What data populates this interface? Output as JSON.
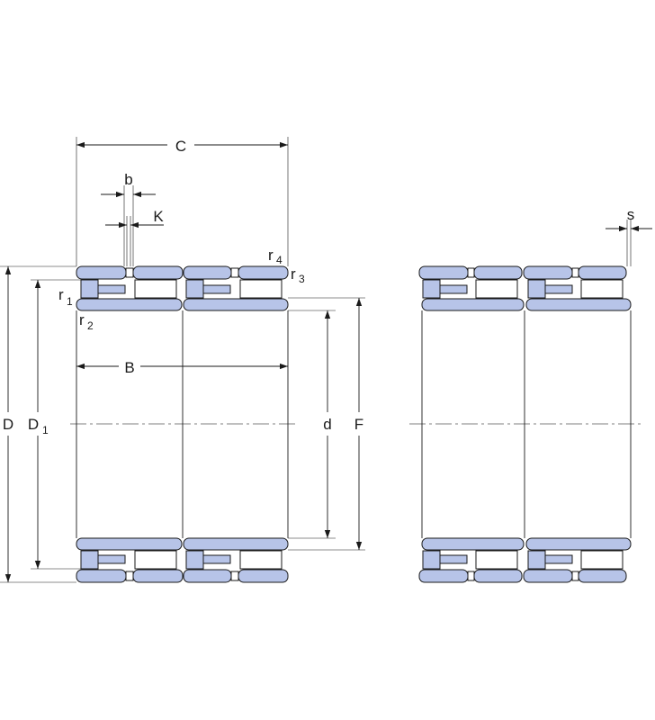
{
  "colors": {
    "part_fill": "#b7c4e8",
    "part_stroke": "#1a1a1a",
    "line": "#1a1a1a"
  },
  "labels": {
    "C": "C",
    "b": "b",
    "K": "K",
    "s": "s",
    "r4": "r",
    "r4_sub": "4",
    "r3": "r",
    "r3_sub": "3",
    "r1": "r",
    "r1_sub": "1",
    "r2": "r",
    "r2_sub": "2",
    "B": "B",
    "D": "D",
    "D1": "D",
    "D1_sub": "1",
    "d": "d",
    "F": "F"
  }
}
